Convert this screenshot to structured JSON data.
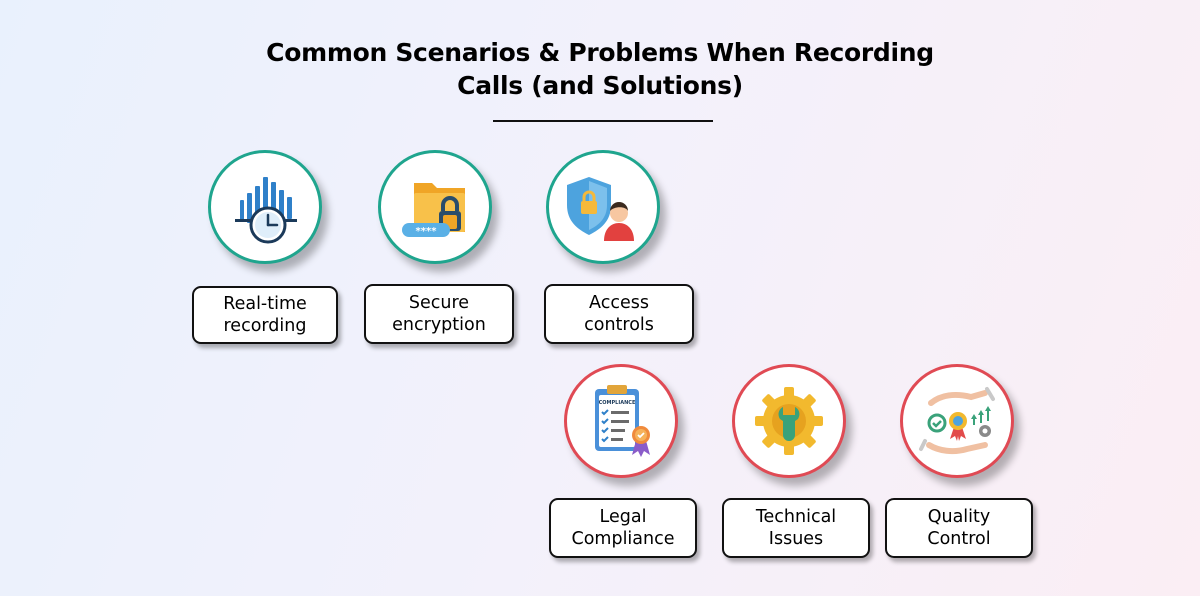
{
  "title": {
    "line1": "Common Scenarios & Problems When Recording",
    "line2": "Calls (and Solutions)"
  },
  "items": [
    {
      "line1": "Real-time",
      "line2": "recording",
      "icon": "recording-clock-icon",
      "ring_color": "#1fa58e"
    },
    {
      "line1": "Secure",
      "line2": "encryption",
      "icon": "encrypted-folder-icon",
      "ring_color": "#1fa58e"
    },
    {
      "line1": "Access",
      "line2": "controls",
      "icon": "shield-user-icon",
      "ring_color": "#1fa58e"
    },
    {
      "line1": "Legal",
      "line2": "Compliance",
      "icon": "compliance-clipboard-icon",
      "ring_color": "#e04a54",
      "icon_text": "COMPLIANCE"
    },
    {
      "line1": "Technical",
      "line2": "Issues",
      "icon": "gear-wrench-icon",
      "ring_color": "#e04a54"
    },
    {
      "line1": "Quality",
      "line2": "Control",
      "icon": "quality-hands-icon",
      "ring_color": "#e04a54"
    }
  ],
  "icon_text": {
    "password_mask": "****"
  }
}
